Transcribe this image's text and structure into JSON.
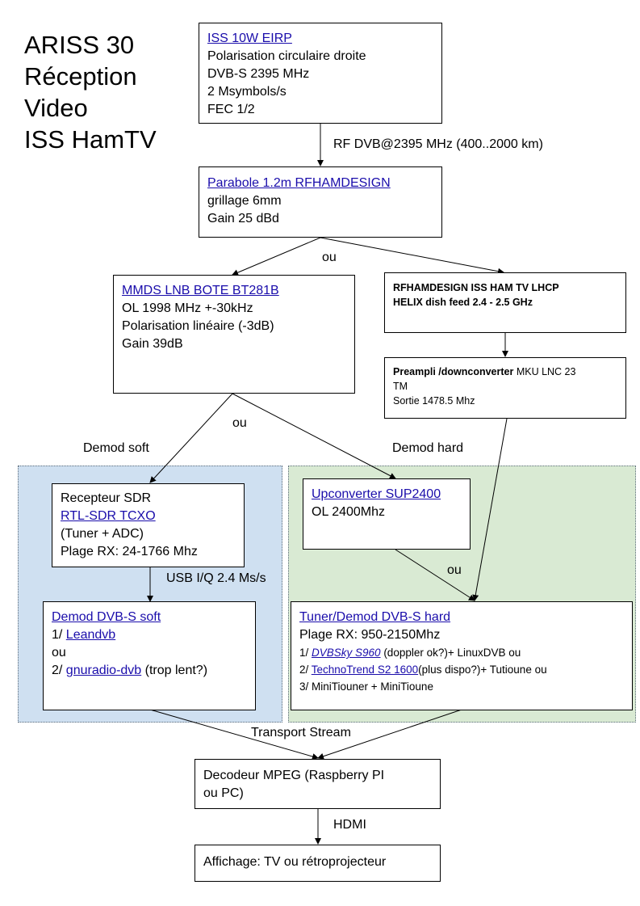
{
  "title": [
    "ARISS 30",
    "Réception",
    "Video",
    "ISS HamTV"
  ],
  "nodes": {
    "iss": {
      "link": "ISS 10W EIRP",
      "lines": [
        "Polarisation circulaire droite",
        "DVB-S 2395 MHz",
        "2 Msymbols/s",
        "FEC 1/2"
      ]
    },
    "parabole": {
      "link": "Parabole 1.2m RFHAMDESIGN",
      "lines": [
        "grillage 6mm",
        "Gain 25 dBd"
      ]
    },
    "mmds": {
      "link": "MMDS LNB BOTE BT281B",
      "lines": [
        "OL 1998 MHz +-30kHz",
        "Polarisation linéaire (-3dB)",
        "Gain 39dB"
      ]
    },
    "helix": {
      "lines": [
        "RFHAMDESIGN ISS HAM TV LHCP",
        "HELIX dish feed 2.4 - 2.5 GHz"
      ]
    },
    "preampli": {
      "bold": "Preampli /downconverter",
      "rest": " MKU LNC 23",
      "line2": "TM",
      "line3": "Sortie 1478.5 Mhz"
    },
    "recepteur": {
      "line1": "Recepteur SDR",
      "link": "RTL-SDR TCXO",
      "lines": [
        "(Tuner + ADC)",
        "Plage RX: 24-1766 Mhz"
      ]
    },
    "upconverter": {
      "link": "Upconverter SUP2400",
      "lines": [
        "OL 2400Mhz"
      ]
    },
    "demod_soft": {
      "link": "Demod DVB-S soft",
      "item1_prefix": "1/ ",
      "item1_link": "Leandvb",
      "or": "ou",
      "item2_prefix": "2/ ",
      "item2_link": "gnuradio-dvb",
      "item2_suffix": " (trop lent?)"
    },
    "tuner": {
      "link": "Tuner/Demod DVB-S hard",
      "line1": "Plage RX: 950-2150Mhz",
      "item1_prefix": "1/ ",
      "item1_link": "DVBSky S960",
      "item1_suffix": " (doppler ok?)+ LinuxDVB ou",
      "item2_prefix": "2/ ",
      "item2_link": "TechnoTrend S2 1600",
      "item2_suffix": "(plus dispo?)+ Tutioune ou",
      "item3": "3/ MiniTiouner + MiniTioune"
    },
    "decodeur": {
      "lines": [
        "Decodeur MPEG (Raspberry PI",
        "ou PC)"
      ]
    },
    "affichage": {
      "lines": [
        "Affichage: TV ou rétroprojecteur"
      ]
    }
  },
  "edge_labels": {
    "rf": "RF DVB@2395 MHz (400..2000 km)",
    "ou1": "ou",
    "ou2": "ou",
    "ou3": "ou",
    "usb": "USB I/Q 2.4 Ms/s",
    "ts": "Transport Stream",
    "hdmi": "HDMI"
  },
  "zones": {
    "soft": "Demod soft",
    "hard": "Demod hard"
  },
  "colors": {
    "link": "#1a0dab",
    "zone_soft": "#cfe0f1",
    "zone_hard": "#d9ead3"
  }
}
